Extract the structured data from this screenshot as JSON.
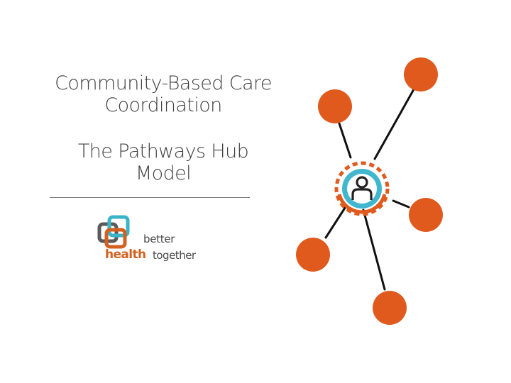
{
  "slide": {
    "title_lines": [
      "Community-Based Care",
      "Coordination"
    ],
    "subtitle_lines": [
      "The Pathways Hub",
      "Model"
    ]
  },
  "logo": {
    "word_better": "better",
    "word_health": "health",
    "word_together": "together",
    "colors": {
      "orange": "#d4601f",
      "gray": "#595959",
      "teal": "#3ab5c8"
    }
  },
  "network": {
    "hub_icon": "person-icon",
    "node_color": "#e05a1e",
    "hub_ring_color": "#40b6cf",
    "node_count": 5
  }
}
